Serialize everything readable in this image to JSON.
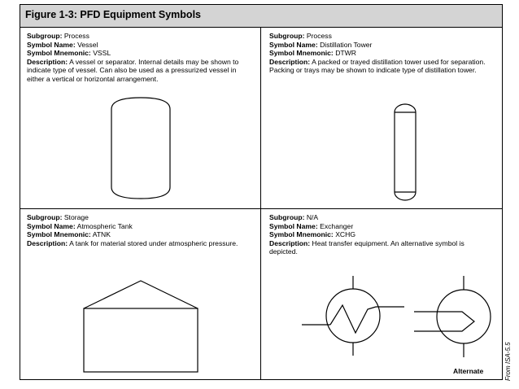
{
  "figure_title": "Figure 1-3: PFD Equipment Symbols",
  "labels": {
    "subgroup": "Subgroup:",
    "symbol_name": "Symbol Name:",
    "symbol_mnemonic": "Symbol Mnemonic:",
    "description": "Description:"
  },
  "cells": [
    {
      "subgroup": "Process",
      "symbol_name": "Vessel",
      "symbol_mnemonic": "VSSL",
      "description": "A vessel or separator. Internal details may be shown to indicate type of vessel. Can also be used as a pressurized vessel in either a vertical or horizontal arrangement."
    },
    {
      "subgroup": "Process",
      "symbol_name": "Distillation Tower",
      "symbol_mnemonic": "DTWR",
      "description": "A packed or trayed distillation tower used for separation. Packing or trays may be shown to indicate type of distillation tower."
    },
    {
      "subgroup": "Storage",
      "symbol_name": "Atmospheric Tank",
      "symbol_mnemonic": "ATNK",
      "description": "A tank for material stored under atmospheric pressure."
    },
    {
      "subgroup": "N/A",
      "symbol_name": "Exchanger",
      "symbol_mnemonic": "XCHG",
      "description": "Heat transfer equipment. An alternative symbol is depicted.",
      "alternate_label": "Alternate"
    }
  ],
  "credit": "From ISA-5.5"
}
